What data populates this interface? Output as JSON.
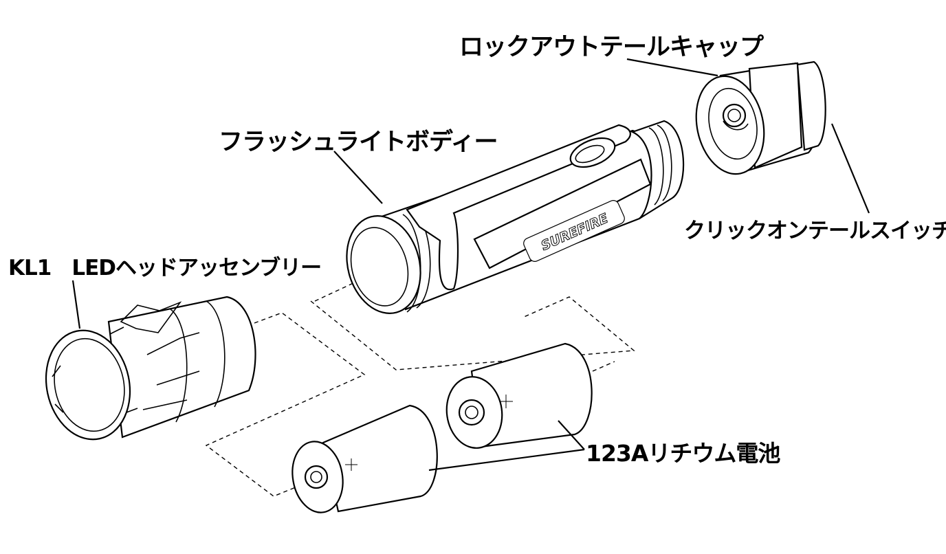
{
  "labels": {
    "tailcap": "ロックアウトテールキャップ",
    "body": "フラッシュライトボディー",
    "switch": "クリックオンテールスイッチ",
    "head": "KL1　LEDヘッドアッセンブリー",
    "battery": "123Aリチウム電池"
  },
  "brand_mark": "SUREFIRE",
  "colors": {
    "line": "#000000",
    "background": "#ffffff"
  },
  "icons": [
    "lockout-tailcap-part",
    "flashlight-body-part",
    "tail-switch-part",
    "led-head-part",
    "battery-part"
  ]
}
